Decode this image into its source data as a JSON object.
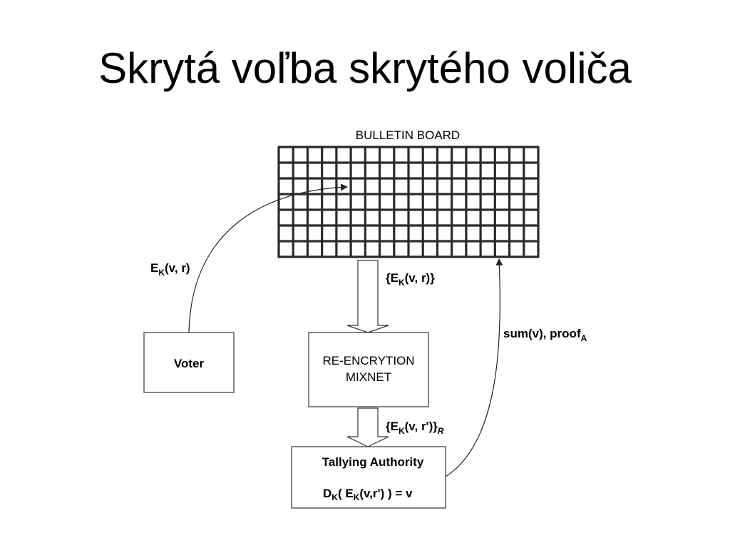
{
  "slide": {
    "title": "Skrytá voľba skrytého voliča"
  },
  "diagram": {
    "bulletin_board": {
      "label": "BULLETIN BOARD",
      "grid_cols": 18,
      "grid_rows": 7
    },
    "voter": {
      "label": "Voter"
    },
    "mixnet": {
      "line1": "RE-ENCRYTION",
      "line2": "MIXNET"
    },
    "tallying": {
      "title": "Tallying Authority",
      "formula_d": "D",
      "formula_k1": "K",
      "formula_mid": "( E",
      "formula_k2": "K",
      "formula_end": "(v,r') ) = v"
    },
    "edges": {
      "voter_to_board": {
        "main": "E",
        "sub": "K",
        "rest": "(v, r)"
      },
      "board_to_mixnet": {
        "open": "{E",
        "sub": "K",
        "rest": "(v, r)}"
      },
      "mixnet_to_tally": {
        "open": "{E",
        "sub": "K",
        "rest": "(v, r')}",
        "subR": "R"
      },
      "tally_to_board": {
        "main": "sum(v), proof",
        "sub": "A"
      }
    }
  }
}
